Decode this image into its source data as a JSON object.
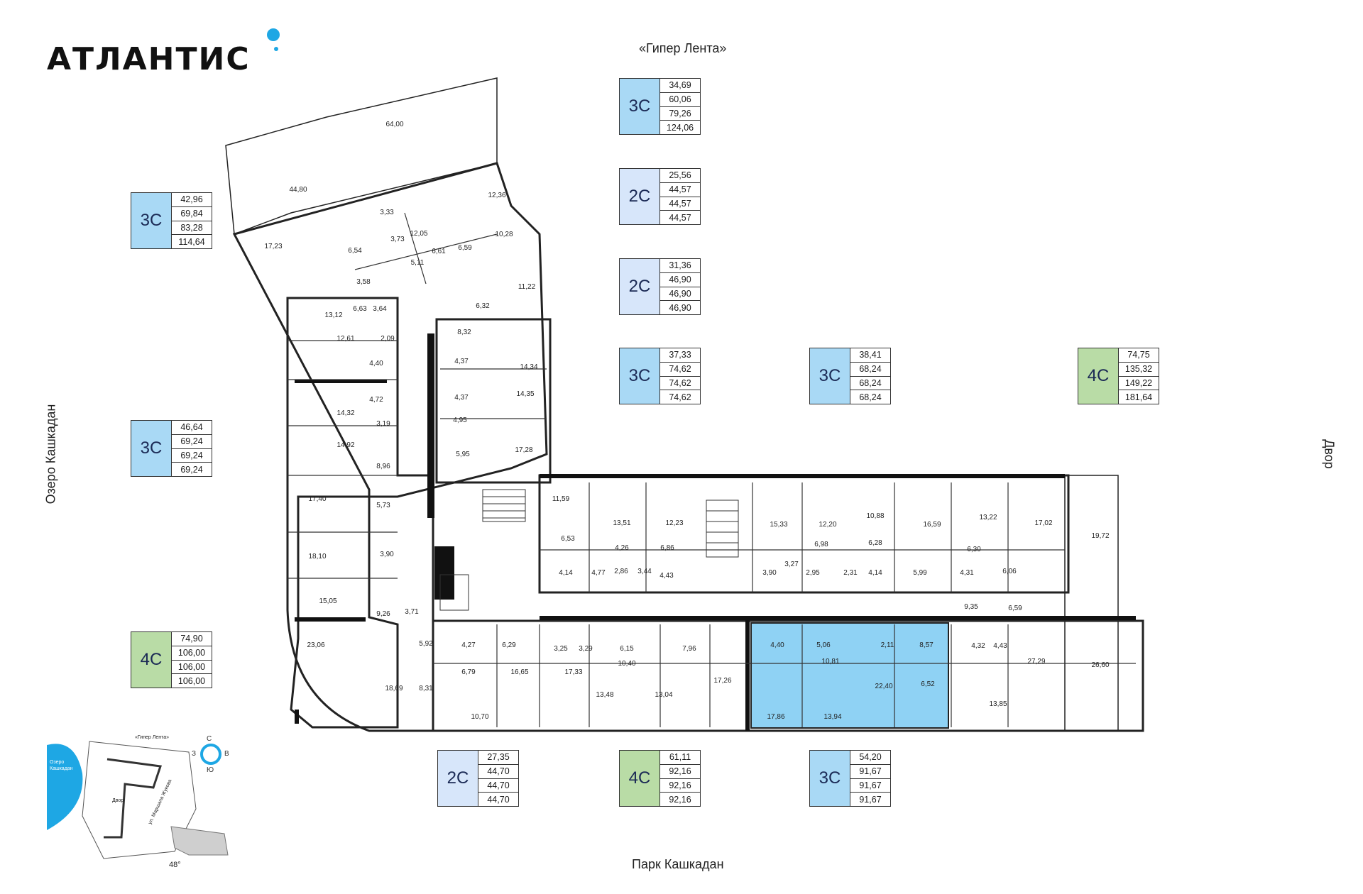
{
  "logo": "АТЛАНТИС",
  "labels": {
    "north": "«Гипер Лента»",
    "west": "Озеро Кашкадан",
    "east": "Двор",
    "south": "Парк Кашкадан"
  },
  "colors": {
    "type_3c": "#a9d9f5",
    "type_2c": "#d7e6fa",
    "type_4c": "#b9dca6",
    "highlight": "#8fd2f4",
    "accent": "#1ea7e4"
  },
  "cards": [
    {
      "type": "3С",
      "values": [
        "34,69",
        "60,06",
        "79,26",
        "124,06"
      ]
    },
    {
      "type": "3С",
      "values": [
        "42,96",
        "69,84",
        "83,28",
        "114,64"
      ]
    },
    {
      "type": "2С",
      "values": [
        "25,56",
        "44,57",
        "44,57",
        "44,57"
      ]
    },
    {
      "type": "2С",
      "values": [
        "31,36",
        "46,90",
        "46,90",
        "46,90"
      ]
    },
    {
      "type": "3С",
      "values": [
        "37,33",
        "74,62",
        "74,62",
        "74,62"
      ]
    },
    {
      "type": "3С",
      "values": [
        "38,41",
        "68,24",
        "68,24",
        "68,24"
      ]
    },
    {
      "type": "4С",
      "values": [
        "74,75",
        "135,32",
        "149,22",
        "181,64"
      ]
    },
    {
      "type": "3С",
      "values": [
        "46,64",
        "69,24",
        "69,24",
        "69,24"
      ]
    },
    {
      "type": "4С",
      "values": [
        "74,90",
        "106,00",
        "106,00",
        "106,00"
      ]
    },
    {
      "type": "2С",
      "values": [
        "27,35",
        "44,70",
        "44,70",
        "44,70"
      ]
    },
    {
      "type": "4С",
      "values": [
        "61,11",
        "92,16",
        "92,16",
        "92,16"
      ]
    },
    {
      "type": "3С",
      "values": [
        "54,20",
        "91,67",
        "91,67",
        "91,67"
      ]
    }
  ],
  "rooms": [
    "64,00",
    "44,80",
    "12,36",
    "17,23",
    "6,54",
    "3,33",
    "3,73",
    "12,05",
    "6,61",
    "6,59",
    "10,28",
    "5,11",
    "3,58",
    "13,12",
    "6,63",
    "3,64",
    "11,22",
    "6,32",
    "8,32",
    "12,61",
    "2,09",
    "4,40",
    "4,37",
    "14,34",
    "4,72",
    "4,37",
    "14,35",
    "14,32",
    "3,19",
    "4,95",
    "14,92",
    "5,95",
    "17,28",
    "8,96",
    "17,40",
    "5,73",
    "11,59",
    "13,51",
    "12,23",
    "15,33",
    "12,20",
    "10,88",
    "16,59",
    "13,22",
    "17,02",
    "6,53",
    "4,26",
    "6,86",
    "6,98",
    "6,28",
    "6,30",
    "19,72",
    "18,10",
    "3,90",
    "4,14",
    "4,77",
    "2,86",
    "3,44",
    "4,43",
    "3,90",
    "3,27",
    "2,95",
    "2,31",
    "4,14",
    "5,99",
    "4,31",
    "6,06",
    "15,05",
    "9,26",
    "3,71",
    "9,35",
    "6,59",
    "23,06",
    "5,92",
    "4,27",
    "6,29",
    "3,25",
    "3,29",
    "6,15",
    "7,96",
    "4,40",
    "5,06",
    "2,11",
    "8,57",
    "4,32",
    "4,43",
    "10,81",
    "6,79",
    "10,40",
    "27,29",
    "26,60",
    "18,69",
    "8,31",
    "16,65",
    "17,33",
    "17,26",
    "22,40",
    "6,52",
    "13,48",
    "13,04",
    "13,85",
    "10,70",
    "17,86",
    "13,94"
  ],
  "minimap": {
    "compass": {
      "n": "С",
      "w": "З",
      "e": "В",
      "s": "Ю"
    },
    "angle": "48°",
    "labels": [
      "«Гипер Лента»",
      "Озеро Кашкадан",
      "Двор",
      "ул. Маршала Жукова"
    ]
  }
}
